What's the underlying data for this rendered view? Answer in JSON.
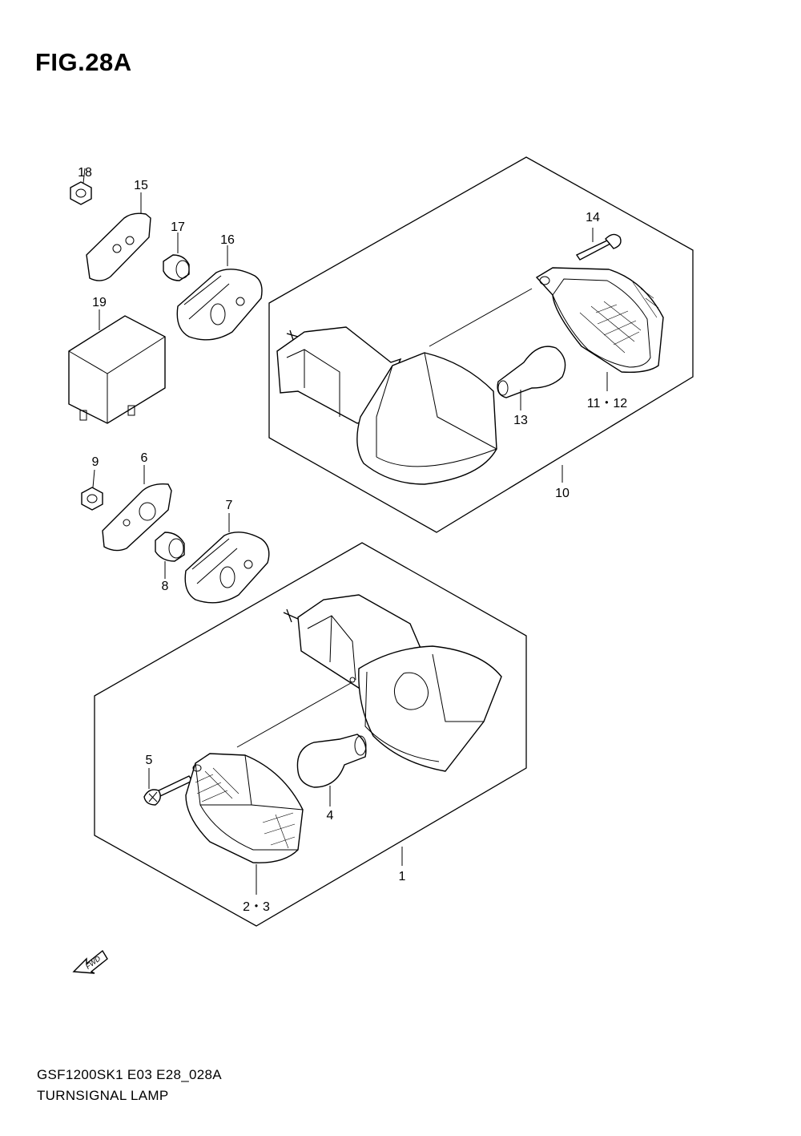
{
  "figure": {
    "title": "FIG.28A",
    "model_code": "GSF1200SK1  E03  E28_028A",
    "part_name": "TURNSIGNAL LAMP"
  },
  "callouts": {
    "p18": "18",
    "p15": "15",
    "p17": "17",
    "p16": "16",
    "p19": "19",
    "p14": "14",
    "p11_12": "11・12",
    "p13": "13",
    "p10": "10",
    "p9": "9",
    "p6": "6",
    "p7": "7",
    "p8": "8",
    "p5": "5",
    "p4": "4",
    "p1": "1",
    "p2_3": "2・3"
  },
  "fwd_label": "FWD"
}
